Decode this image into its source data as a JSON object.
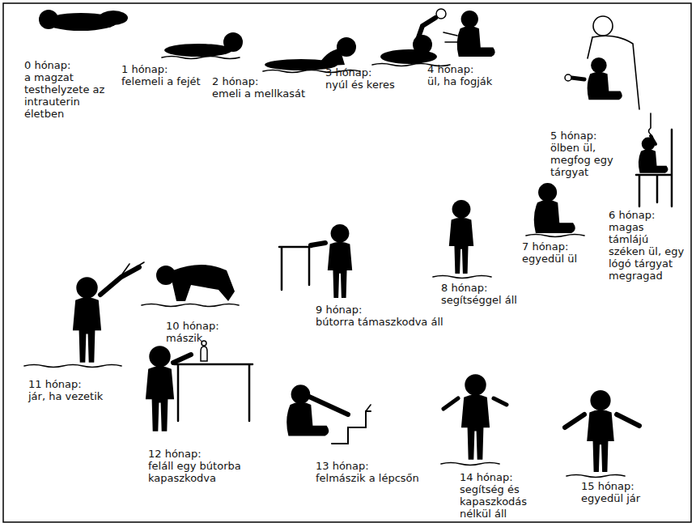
{
  "diagram": {
    "labels": [
      "0 hónap:",
      "a magzat testhelyzete az intrauterin életben",
      "1 hónap:",
      "felemeli a fejét",
      "2 hónap:",
      "emeli a mellkasát",
      "3 hónap:",
      "nyúl és keres",
      "4 hónap:",
      "ül, ha fogják",
      "5 hónap:",
      "ölben ül, megfog egy tárgyat",
      "6 hónap:",
      "magas támlájú széken ül, egy lógó tárgyat megragad",
      "7 hónap:",
      "egyedül ül",
      "8 hónap:",
      "segítséggel áll",
      "9 hónap:",
      "bútorra támaszkodva áll",
      "10 hónap:",
      "mászik",
      "11 hónap:",
      "jár, ha vezetik",
      "12 hónap:",
      "feláll egy bútorba kapaszkodva",
      "13 hónap:",
      "felmászik a lépcsőn",
      "14 hónap:",
      "segítség és kapaszkodás nélkül áll",
      "15 hónap:",
      "egyedül jár"
    ]
  }
}
